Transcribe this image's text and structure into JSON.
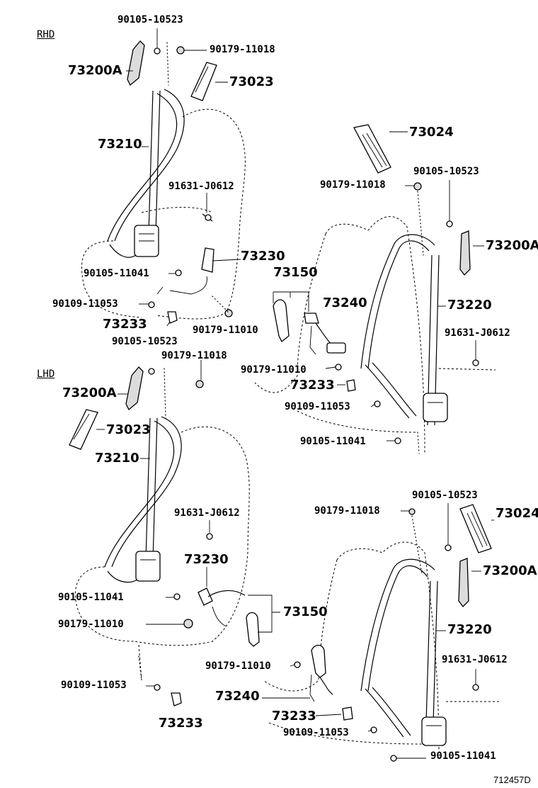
{
  "sections": {
    "rhd": "RHD",
    "lhd": "LHD"
  },
  "labels": {
    "a_90105_10523": "90105-10523",
    "a_90179_11018": "90179-11018",
    "a_73200A": "73200A",
    "a_73023": "73023",
    "a_73210": "73210",
    "a_91631_J0612": "91631-J0612",
    "a_73230": "73230",
    "a_90105_11041": "90105-11041",
    "a_90109_11053": "90109-11053",
    "a_73233": "73233",
    "a_90179_11010": "90179-11010",
    "b_73024": "73024",
    "b_90105_10523": "90105-10523",
    "b_90179_11018": "90179-11018",
    "b_73200A": "73200A",
    "b_73150": "73150",
    "b_73240": "73240",
    "b_73220": "73220",
    "b_91631_J0612": "91631-J0612",
    "b_90179_11010": "90179-11010",
    "b_73233": "73233",
    "b_90109_11053": "90109-11053",
    "b_90105_11041": "90105-11041",
    "c_90105_10523": "90105-10523",
    "c_90179_11018": "90179-11018",
    "c_73200A": "73200A",
    "c_73023": "73023",
    "c_73210": "73210",
    "c_91631_J0612": "91631-J0612",
    "c_73230": "73230",
    "c_90105_11041": "90105-11041",
    "c_73150": "73150",
    "c_90179_11010": "90179-11010",
    "c_90109_11053": "90109-11053",
    "c_73233": "73233",
    "d_90179_11018": "90179-11018",
    "d_90105_10523": "90105-10523",
    "d_73024": "73024",
    "d_73200A": "73200A",
    "d_73220": "73220",
    "d_91631_J0612": "91631-J0612",
    "d_90179_11010": "90179-11010",
    "d_73240": "73240",
    "d_73233": "73233",
    "d_90109_11053": "90109-11053",
    "d_90105_11041": "90105-11041"
  },
  "diagram_id": "712457D"
}
